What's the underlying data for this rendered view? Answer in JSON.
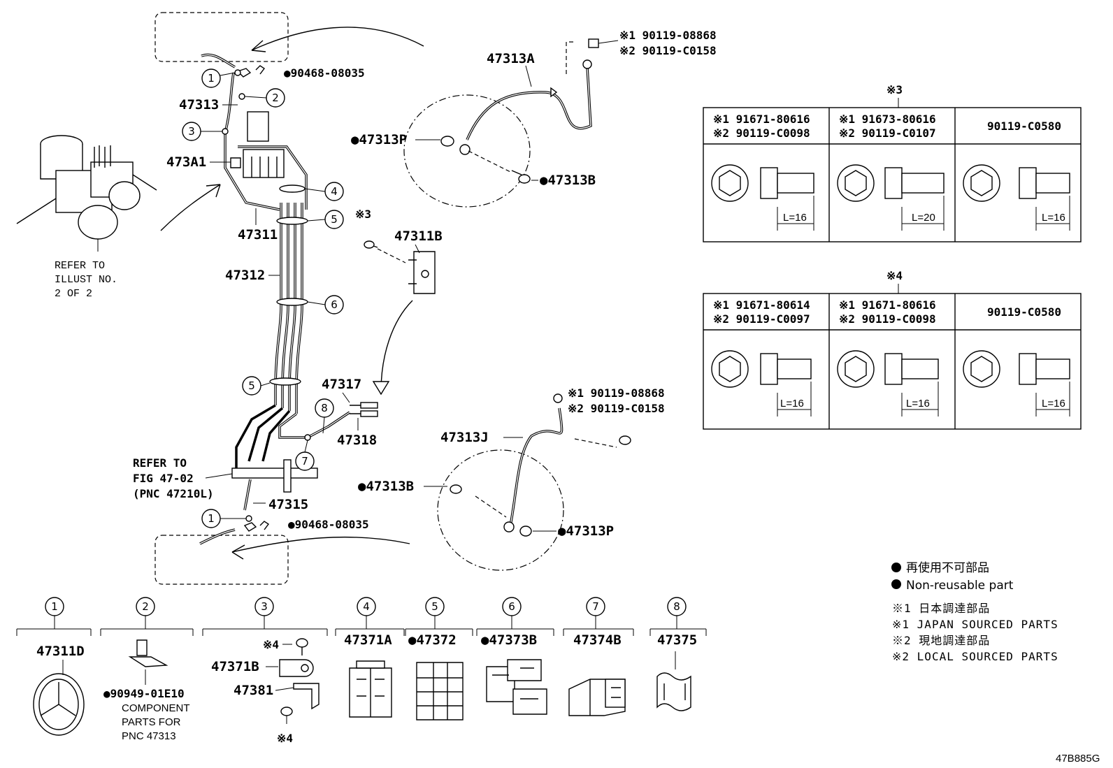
{
  "diagram_code": "47B885G",
  "callouts": {
    "top_union_bolt": "●90468-08035",
    "bottom_union_bolt": "●90468-08035",
    "p47313": "47313",
    "p473A1": "473A1",
    "p47311": "47311",
    "p47312": "47312",
    "p47317": "47317",
    "p47318": "47318",
    "p47315": "47315",
    "p47311B": "47311B",
    "bracket_ref": "※3",
    "p47313A": "47313A",
    "p47313J": "47313J",
    "gasket_top": "●47313P",
    "gasket_bottom": "●47313P",
    "bolt_top": "●47313B",
    "bolt_bottom": "●47313B",
    "top_bolt_1": "※1 90119-08868",
    "top_bolt_2": "※2 90119-C0158",
    "mid_bolt_1": "※1 90119-08868",
    "mid_bolt_2": "※2 90119-C0158",
    "refer_illust_1": "REFER TO",
    "refer_illust_2": "ILLUST NO.",
    "refer_illust_3": "2 OF 2",
    "refer_fig_1": "REFER TO",
    "refer_fig_2": "FIG 47-02",
    "refer_fig_3": "(PNC 47210L)"
  },
  "circle_numbers": [
    "1",
    "2",
    "3",
    "4",
    "5",
    "6",
    "5",
    "7",
    "8",
    "1"
  ],
  "table3": {
    "title": "※3",
    "cells": [
      {
        "l1": "※1 91671-80616",
        "l2": "※2 90119-C0098",
        "length": "L=16"
      },
      {
        "l1": "※1 91673-80616",
        "l2": "※2 90119-C0107",
        "length": "L=20"
      },
      {
        "l1": "90119-C0580",
        "l2": "",
        "length": "L=16"
      }
    ]
  },
  "table4": {
    "title": "※4",
    "cells": [
      {
        "l1": "※1 91671-80614",
        "l2": "※2 90119-C0097",
        "length": "L=16"
      },
      {
        "l1": "※1 91671-80616",
        "l2": "※2 90119-C0098",
        "length": "L=16"
      },
      {
        "l1": "90119-C0580",
        "l2": "",
        "length": "L=16"
      }
    ]
  },
  "legend": {
    "nonreuse_jp": "再使用不可部品",
    "nonreuse_en": "Non-reusable part",
    "note1_jp": "※1 日本調達部品",
    "note1_en": "※1 JAPAN SOURCED PARTS",
    "note2_jp": "※2 現地調達部品",
    "note2_en": "※2 LOCAL SOURCED PARTS"
  },
  "bottom_groups": [
    {
      "num": "1",
      "part": "47311D"
    },
    {
      "num": "2",
      "part": "●90949-01E10",
      "note1": "COMPONENT",
      "note2": "PARTS FOR",
      "note3": "PNC 47313"
    },
    {
      "num": "3",
      "part_a": "47371B",
      "part_b": "47381",
      "ref_top": "※4",
      "ref_bottom": "※4"
    },
    {
      "num": "4",
      "part": "47371A"
    },
    {
      "num": "5",
      "part": "●47372"
    },
    {
      "num": "6",
      "part": "●47373B"
    },
    {
      "num": "7",
      "part": "47374B"
    },
    {
      "num": "8",
      "part": "47375"
    }
  ]
}
